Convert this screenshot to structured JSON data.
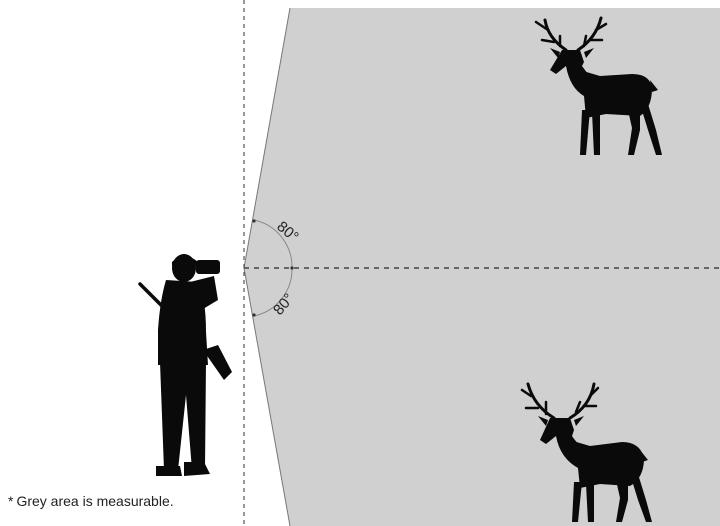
{
  "diagram": {
    "upper_angle_label": "80°",
    "lower_angle_label": "80°",
    "footnote_star": "*",
    "footnote_text": "Grey area is measurable.",
    "colors": {
      "measurable_area": "#d0d0d0",
      "silhouette": "#0a0a0a",
      "guide_line": "#555555"
    },
    "icons": {
      "hunter": "hunter-with-binoculars-icon",
      "upper_deer": "deer-icon",
      "lower_deer": "deer-icon"
    }
  }
}
